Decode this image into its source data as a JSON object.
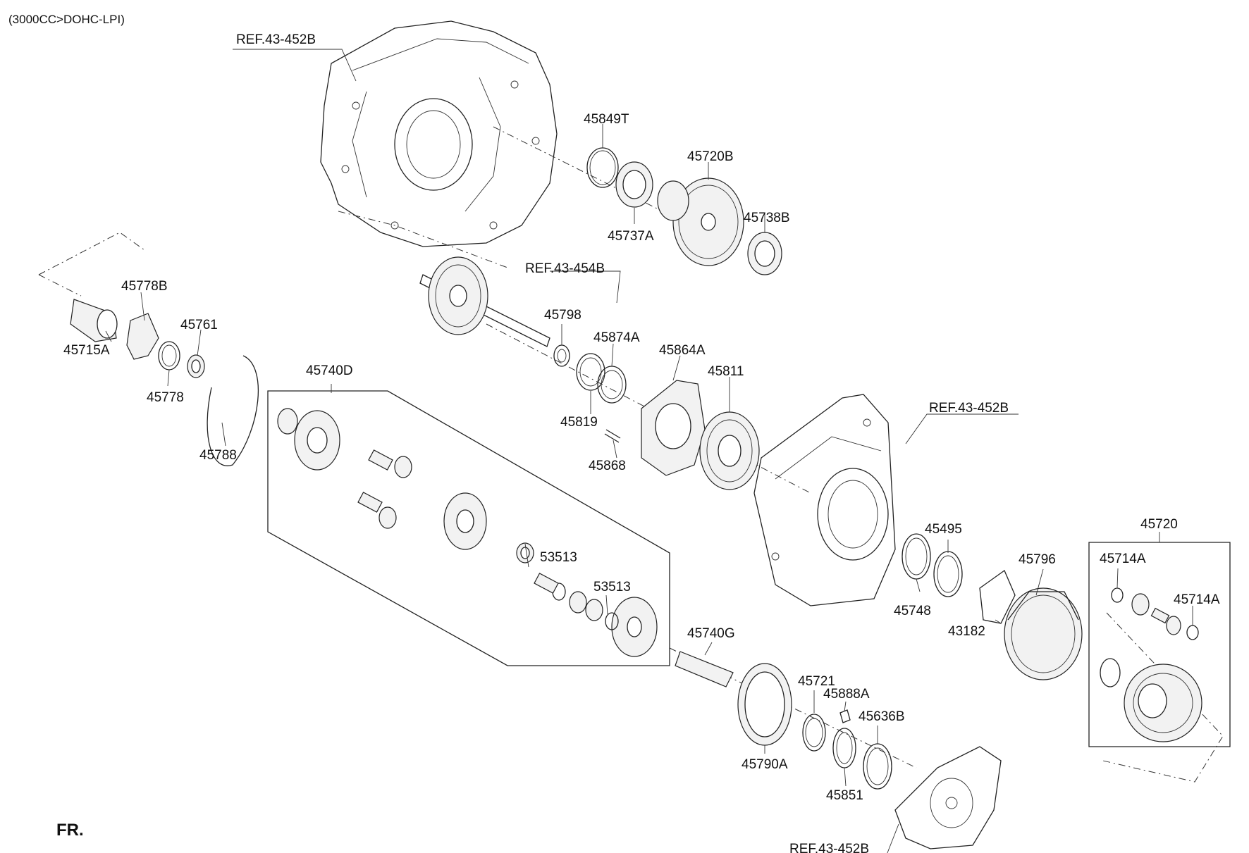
{
  "header": "(3000CC>DOHC-LPI)",
  "orientation": "FR.",
  "references": [
    {
      "id": "ref-43-452b-top",
      "text": "REF.43-452B"
    },
    {
      "id": "ref-43-454b",
      "text": "REF.43-454B"
    },
    {
      "id": "ref-43-452b-mid",
      "text": "REF.43-452B"
    },
    {
      "id": "ref-43-452b-bottom",
      "text": "REF.43-452B"
    }
  ],
  "parts": [
    {
      "id": "45849T"
    },
    {
      "id": "45720B"
    },
    {
      "id": "45738B"
    },
    {
      "id": "45737A"
    },
    {
      "id": "45778B"
    },
    {
      "id": "45761"
    },
    {
      "id": "45715A"
    },
    {
      "id": "45778"
    },
    {
      "id": "45788"
    },
    {
      "id": "45798"
    },
    {
      "id": "45874A"
    },
    {
      "id": "45864A"
    },
    {
      "id": "45811"
    },
    {
      "id": "45819"
    },
    {
      "id": "45868"
    },
    {
      "id": "45740D"
    },
    {
      "id": "53513",
      "instance": 1
    },
    {
      "id": "53513",
      "instance": 2
    },
    {
      "id": "45495"
    },
    {
      "id": "45748"
    },
    {
      "id": "45796"
    },
    {
      "id": "43182"
    },
    {
      "id": "45720"
    },
    {
      "id": "45714A",
      "instance": 1
    },
    {
      "id": "45714A",
      "instance": 2
    },
    {
      "id": "45740G"
    },
    {
      "id": "45721"
    },
    {
      "id": "45888A"
    },
    {
      "id": "45636B"
    },
    {
      "id": "45790A"
    },
    {
      "id": "45851"
    }
  ]
}
